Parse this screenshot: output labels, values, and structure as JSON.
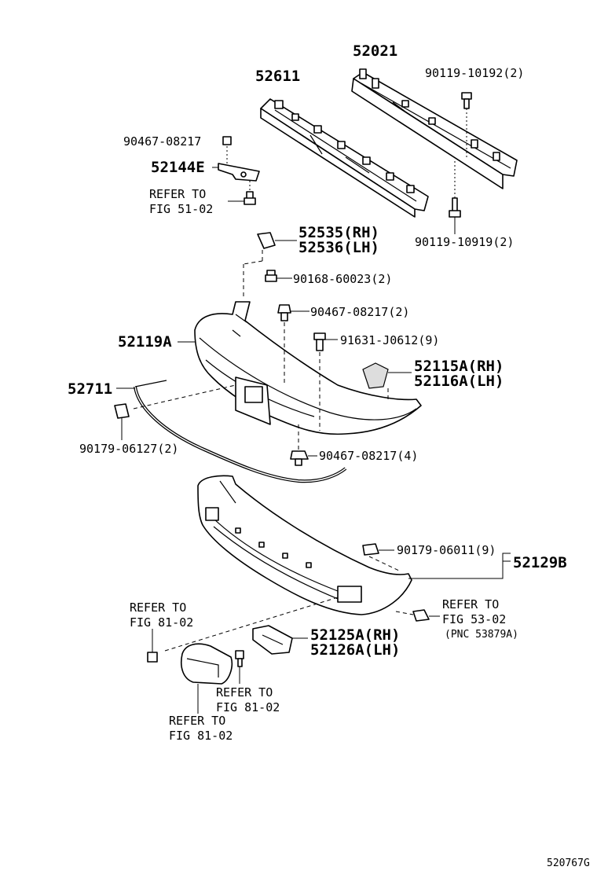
{
  "diagram": {
    "labels": {
      "p52021": "52021",
      "p52611": "52611",
      "p90119_10192": "90119-10192(2)",
      "p90467_top": "90467-08217",
      "p52144E": "52144E",
      "refer_51_a": "REFER TO",
      "refer_51_b": "FIG 51-02",
      "p90119_10919": "90119-10919(2)",
      "p52535": "52535(RH)",
      "p52536": "52536(LH)",
      "p90168": "90168-60023(2)",
      "p90467_2": "90467-08217(2)",
      "p52119A": "52119A",
      "p91631": "91631-J0612(9)",
      "p52115A": "52115A(RH)",
      "p52116A": "52116A(LH)",
      "p52711": "52711",
      "p90179_06127": "90179-06127(2)",
      "p90467_4": "90467-08217(4)",
      "p90179_06011": "90179-06011(9)",
      "p52129B": "52129B",
      "refer_81_a1": "REFER TO",
      "refer_81_a2": "FIG 81-02",
      "refer_53_a": "REFER TO",
      "refer_53_b": "FIG 53-02",
      "pnc": "(PNC 53879A)",
      "p52125A": "52125A(RH)",
      "p52126A": "52126A(LH)",
      "refer_81_b1": "REFER TO",
      "refer_81_b2": "FIG 81-02",
      "refer_81_c1": "REFER TO",
      "refer_81_c2": "FIG 81-02",
      "fig_code": "520767G"
    }
  }
}
